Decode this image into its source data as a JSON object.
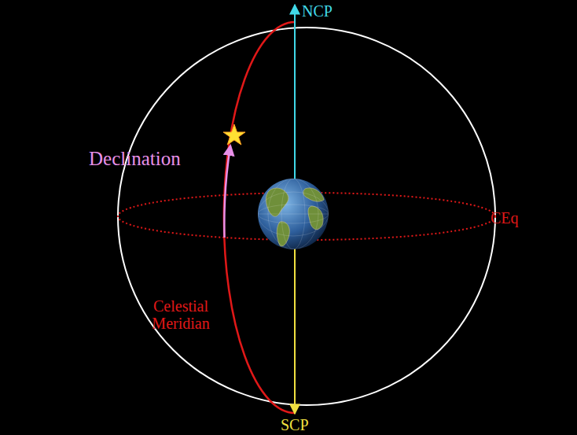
{
  "diagram": {
    "labels": [
      "NCP",
      "Declination",
      "CEq",
      "Celestial Meridian",
      "SCP"
    ]
  }
}
